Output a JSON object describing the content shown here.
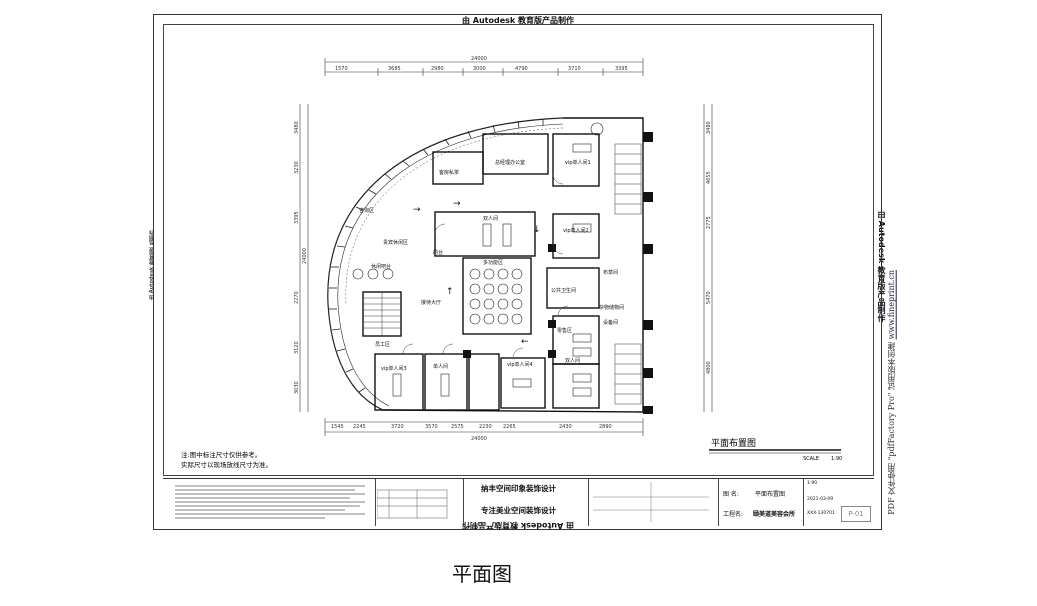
{
  "watermark": {
    "top": "由 Autodesk 教育版产品制作",
    "bottom": "由 Autodesk 教育版产品制作",
    "right": "由 Autodesk 教育版产品制作",
    "left": "由 Autodesk 教育版产品制作"
  },
  "pdf_notice": {
    "text": "PDF 文件使用 \"pdfFactory Pro\" 试用版本创建",
    "url": "www.fineprint.cn"
  },
  "plan": {
    "title": "平面布置图",
    "scale_label": "SCALE",
    "scale_value": "1:90",
    "overall_dim_top": "24000",
    "overall_dim_bottom": "24000",
    "overall_dim_left": "24000",
    "dims_top": [
      "1570",
      "3685",
      "2980",
      "3000",
      "4790",
      "3710",
      "3395"
    ],
    "dims_bottom": [
      "1545",
      "2245",
      "3720",
      "3570",
      "2575",
      "2230",
      "2265",
      "2430",
      "2890"
    ],
    "dims_left": [
      "3480",
      "3230",
      "3395",
      "2270",
      "3120",
      "3030"
    ],
    "dims_right": [
      "3480",
      "4655",
      "2775",
      "5470",
      "4800"
    ],
    "rooms": {
      "ceo_office": "总经理办公室",
      "tea_room": "客房私茶",
      "lounge": "贵宾休闲区",
      "treatment_room": "双人间",
      "multi_area": "多功能区",
      "reception_hall": "接待大厅",
      "vip_single_1": "vip单人间1",
      "vip_single_2": "vip单人间2",
      "vip_single_3": "vip单人间3",
      "vip_single_4": "vip单人间4",
      "single": "单人间",
      "double": "双人间",
      "staff": "员工区",
      "public_wc": "公共卫生间",
      "storage": "杂物储物间",
      "retail": "零售区",
      "front": "前台",
      "cafe": "休闲吧台",
      "consult": "咨询区",
      "linen": "布草间",
      "equipment": "设备间"
    }
  },
  "notes": {
    "line1": "注:图中标注尺寸仅供参考。",
    "line2": "实际尺寸以现场放线尺寸为准。"
  },
  "title_block": {
    "company_name": "纳丰空间印象装饰设计",
    "company_slogan": "专注美业空间装饰设计",
    "drawing_name_label": "图 名:",
    "drawing_name": "平面布置图",
    "project_label": "工程名:",
    "project_name": "颐美道美容会所",
    "sheet_number": "P-01",
    "scale": "1:90",
    "date": "2021-03-09",
    "drawing_no": "XXX-130701"
  },
  "caption": "平面图"
}
